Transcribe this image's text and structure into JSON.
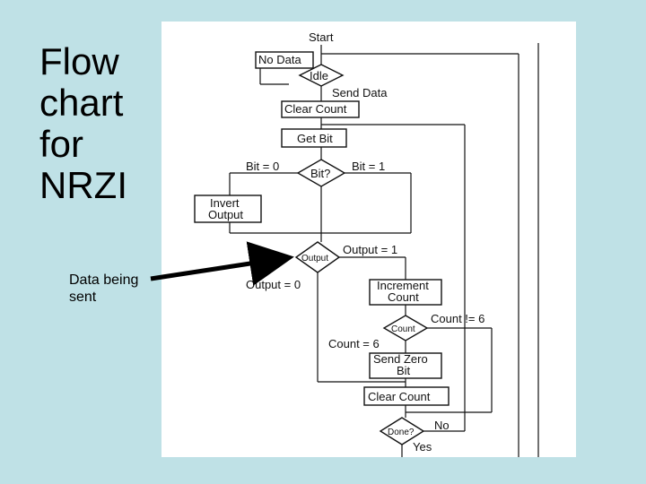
{
  "slide": {
    "title_lines": [
      "Flow",
      "chart",
      "for",
      "NRZI"
    ],
    "callout_lines": [
      "Data being",
      "sent"
    ]
  },
  "flowchart": {
    "start": "Start",
    "no_data": "No Data",
    "idle": "Idle",
    "send_data": "Send Data",
    "clear_count_1": "Clear Count",
    "get_bit": "Get Bit",
    "bit_decision": "Bit?",
    "bit_zero": "Bit = 0",
    "bit_one": "Bit = 1",
    "invert_output_line1": "Invert",
    "invert_output_line2": "Output",
    "output_decision": "Output",
    "output_one": "Output = 1",
    "output_zero": "Output = 0",
    "increment_line1": "Increment",
    "increment_line2": "Count",
    "count_decision": "Count",
    "count_not_six": "Count != 6",
    "count_six": "Count = 6",
    "send_zero_line1": "Send Zero",
    "send_zero_line2": "Bit",
    "clear_count_2": "Clear Count",
    "done_decision": "Done?",
    "no": "No",
    "yes": "Yes"
  }
}
